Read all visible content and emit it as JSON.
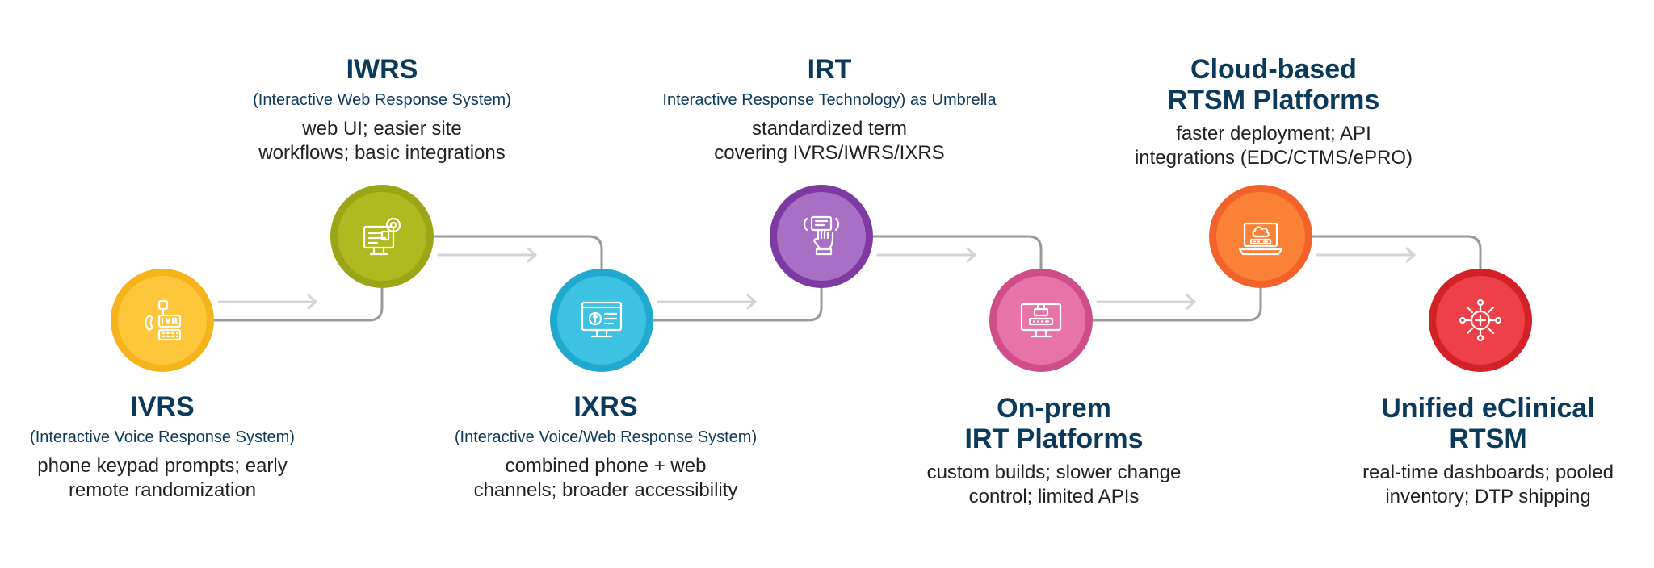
{
  "colors": {
    "connector": "#9a9a9a",
    "arrow": "#d4d4d4",
    "title": "#0b3a5b"
  },
  "stages": [
    {
      "id": "ivrs",
      "title": "IVRS",
      "subtitle": "(Interactive Voice Response System)",
      "description": "phone keypad prompts; early\nremote randomization",
      "icon": "phone-keypad-ivr-icon",
      "ring_color": "#f5b41c",
      "fill_color": "#fdc63b"
    },
    {
      "id": "iwrs",
      "title": "IWRS",
      "subtitle": "(Interactive Web Response System)",
      "description": "web UI; easier site\nworkflows; basic integrations",
      "icon": "web-monitor-icon",
      "ring_color": "#9aa616",
      "fill_color": "#aebb20"
    },
    {
      "id": "ixrs",
      "title": "IXRS",
      "subtitle": "(Interactive Voice/Web Response System)",
      "description": "combined phone + web\nchannels; broader accessibility",
      "icon": "voice-web-monitor-icon",
      "ring_color": "#1fa9cf",
      "fill_color": "#3cc2e2"
    },
    {
      "id": "irt",
      "title": "IRT",
      "subtitle": "Interactive Response Technology) as Umbrella",
      "description": "standardized term\ncovering IVRS/IWRS/IXRS",
      "icon": "hand-touch-screen-icon",
      "ring_color": "#7d3aa3",
      "fill_color": "#a870c4"
    },
    {
      "id": "onprem",
      "title": "On-prem\nIRT Platforms",
      "subtitle": "",
      "description": "custom builds; slower change\ncontrol; limited APIs",
      "icon": "secure-server-monitor-icon",
      "ring_color": "#d04e87",
      "fill_color": "#e873a6"
    },
    {
      "id": "cloud",
      "title": "Cloud-based\nRTSM Platforms",
      "subtitle": "",
      "description": "faster deployment; API\nintegrations (EDC/CTMS/ePRO)",
      "icon": "cloud-laptop-icon",
      "ring_color": "#f4622b",
      "fill_color": "#fb8136"
    },
    {
      "id": "unified",
      "title": "Unified eClinical\nRTSM",
      "subtitle": "",
      "description": "real-time dashboards; pooled\ninventory; DTP shipping",
      "icon": "medical-network-icon",
      "ring_color": "#d42027",
      "fill_color": "#ee4048"
    }
  ]
}
